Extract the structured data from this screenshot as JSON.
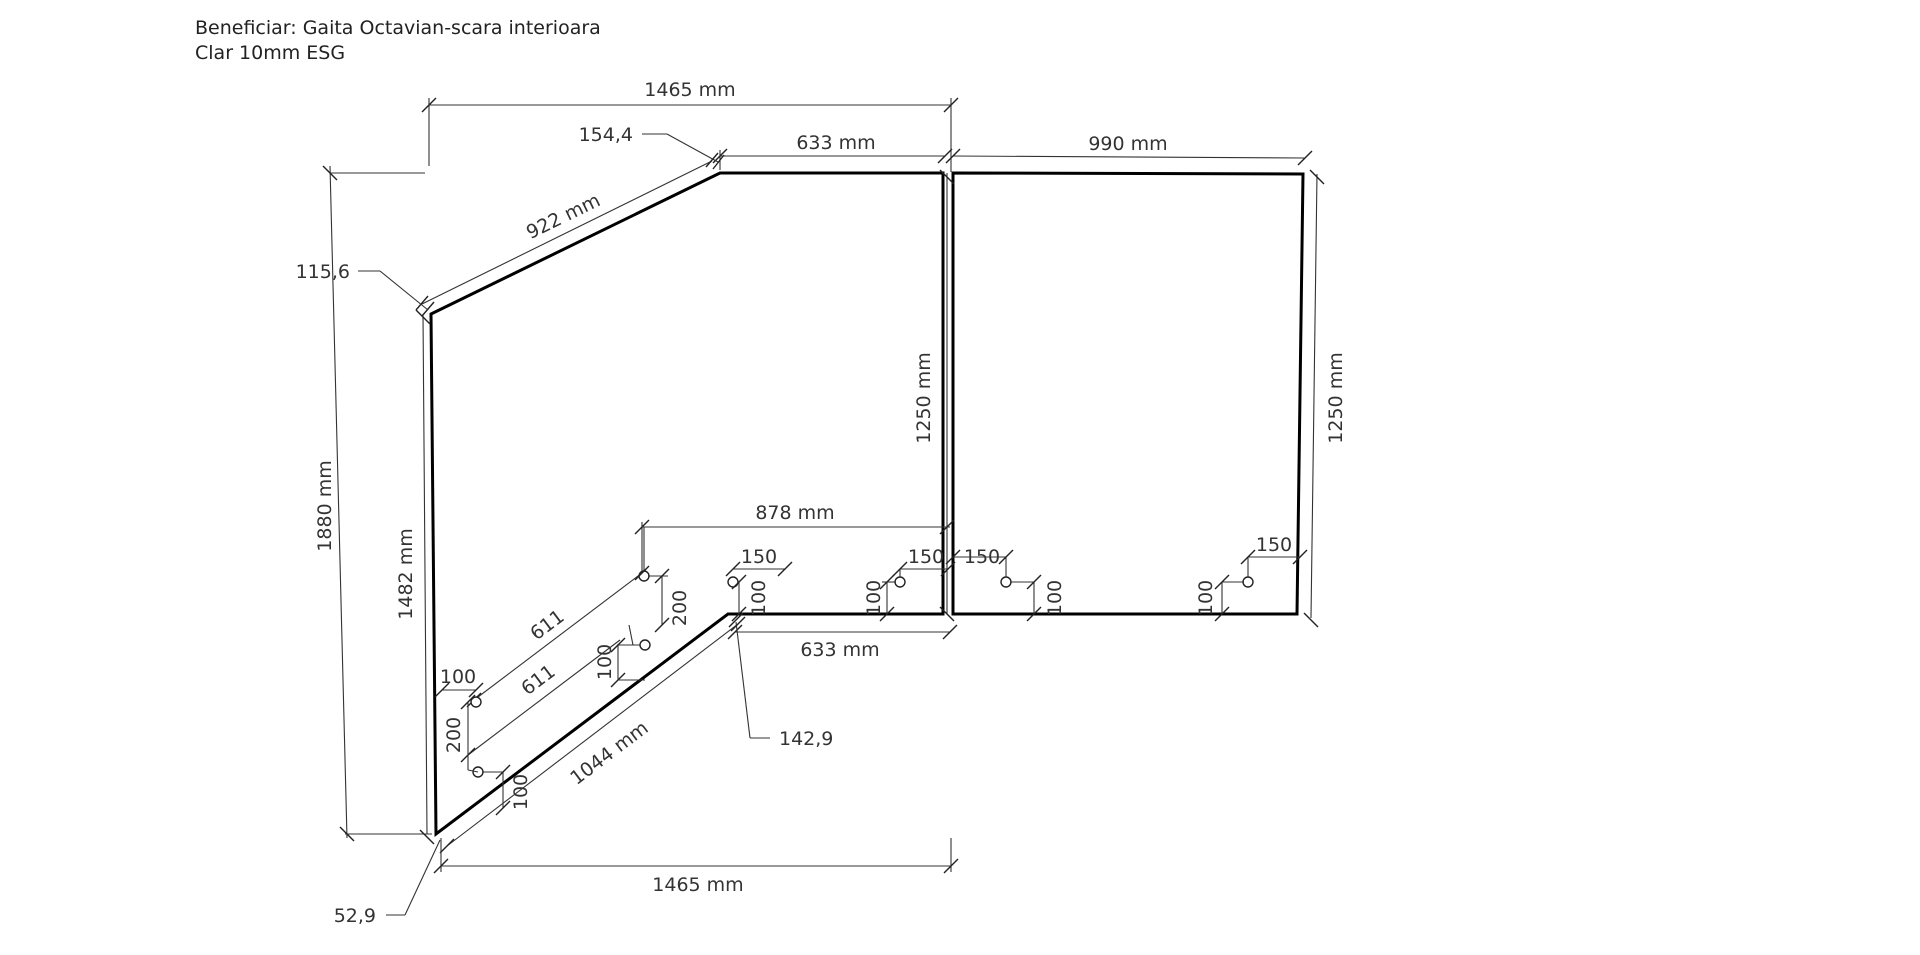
{
  "header": {
    "beneficiary": "Beneficiar: Gaita Octavian-scara interioara",
    "glass": "Clar 10mm ESG"
  },
  "dimensions": {
    "top_overall": "1465 mm",
    "top_mid": "633 mm",
    "top_right": "990 mm",
    "slant_top": "922 mm",
    "angle_top": "154,4",
    "angle_left": "115,6",
    "height_overall": "1880 mm",
    "height_left": "1482 mm",
    "height_mid": "1250 mm",
    "height_right": "1250 mm",
    "hole_span": "878 mm",
    "bottom_mid": "633 mm",
    "slant_bottom": "1044 mm",
    "bottom_overall": "1465 mm",
    "angle_bottom_mid": "142,9",
    "angle_bottom_left": "52,9",
    "hole_offset_a": "150",
    "hole_offset_b": "150",
    "hole_offset_c": "150",
    "hole_offset_d": "150",
    "hole_height_a": "100",
    "hole_height_b": "100",
    "hole_height_c": "100",
    "hole_height_d": "100",
    "hole_height_e": "100",
    "hole_height_f": "100",
    "hole_left_offset": "100",
    "hole_diag_a": "611",
    "hole_diag_b": "611",
    "hole_vert_a": "200",
    "hole_vert_b": "200"
  }
}
